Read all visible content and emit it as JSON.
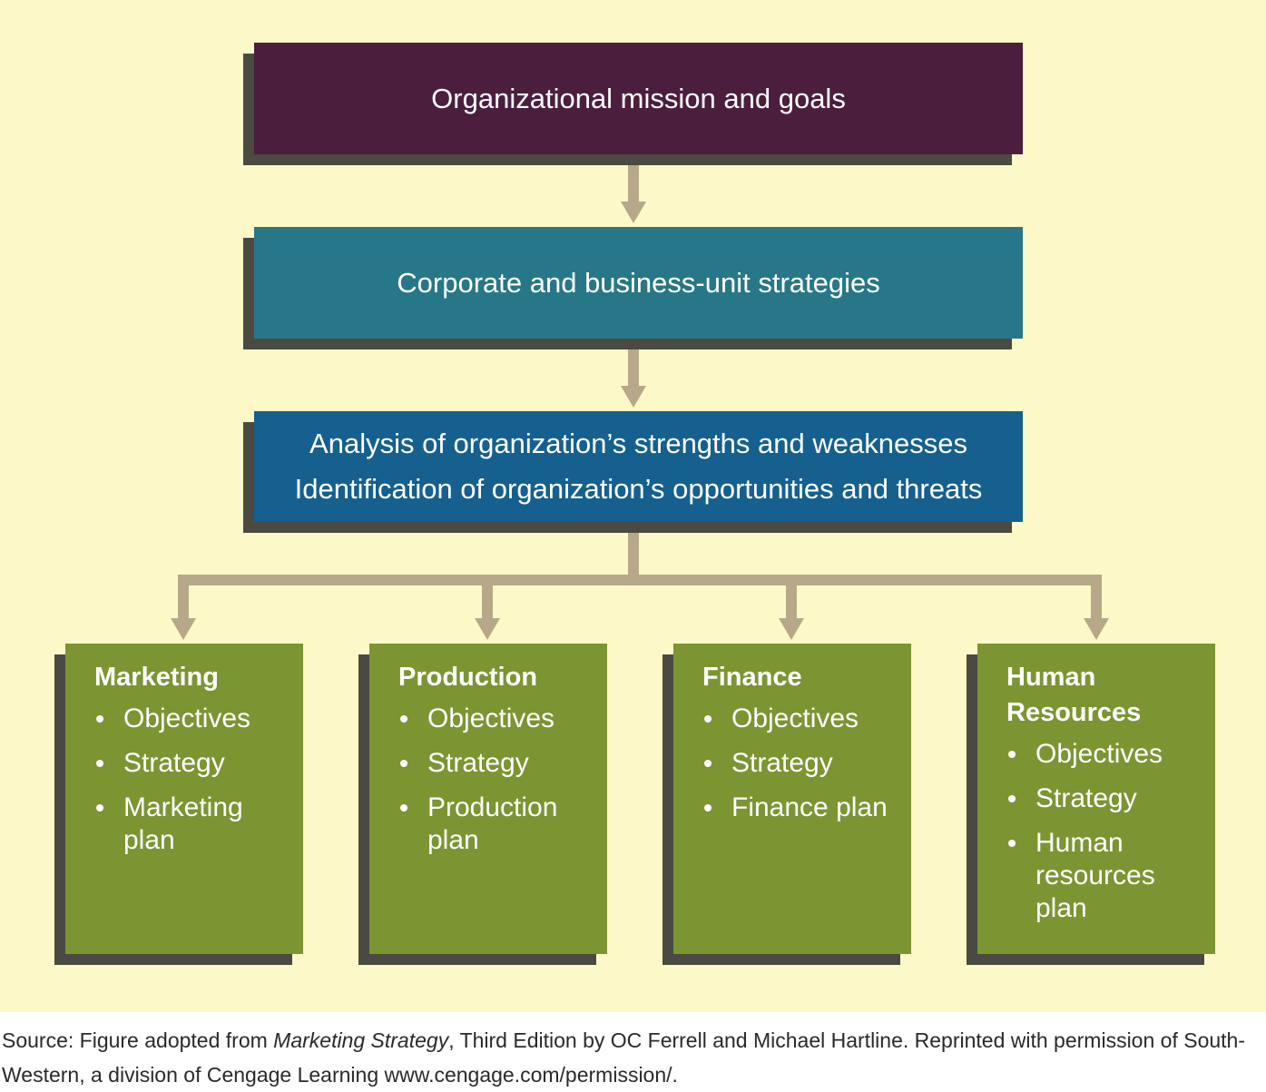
{
  "diagram": {
    "mission": "Organizational mission and goals",
    "corporate": "Corporate and business-unit strategies",
    "analysis": [
      "Analysis of organization’s strengths and weaknesses",
      "Identification of organization’s opportunities and threats"
    ],
    "departments": [
      {
        "title": "Marketing",
        "items": [
          "Objectives",
          "Strategy",
          "Marketing plan"
        ]
      },
      {
        "title": "Production",
        "items": [
          "Objectives",
          "Strategy",
          "Production plan"
        ]
      },
      {
        "title": "Finance",
        "items": [
          "Objectives",
          "Strategy",
          "Finance plan"
        ]
      },
      {
        "title": "Human Resources",
        "items": [
          "Objectives",
          "Strategy",
          "Human resources plan"
        ]
      }
    ]
  },
  "source": {
    "prefix": "Source: Figure adopted from ",
    "book": "Marketing Strategy",
    "suffix": ", Third Edition by OC Ferrell and Michael Hartline. Reprinted with permission of South-Western, a division of Cengage Learning www.cengage.com/permission/."
  },
  "colors": {
    "background": "#fdf8c8",
    "mission": "#4b1e3e",
    "corporate": "#277788",
    "analysis": "#15608e",
    "department": "#7b9532",
    "shadow": "#4a4a42",
    "connector": "#b6a889"
  }
}
